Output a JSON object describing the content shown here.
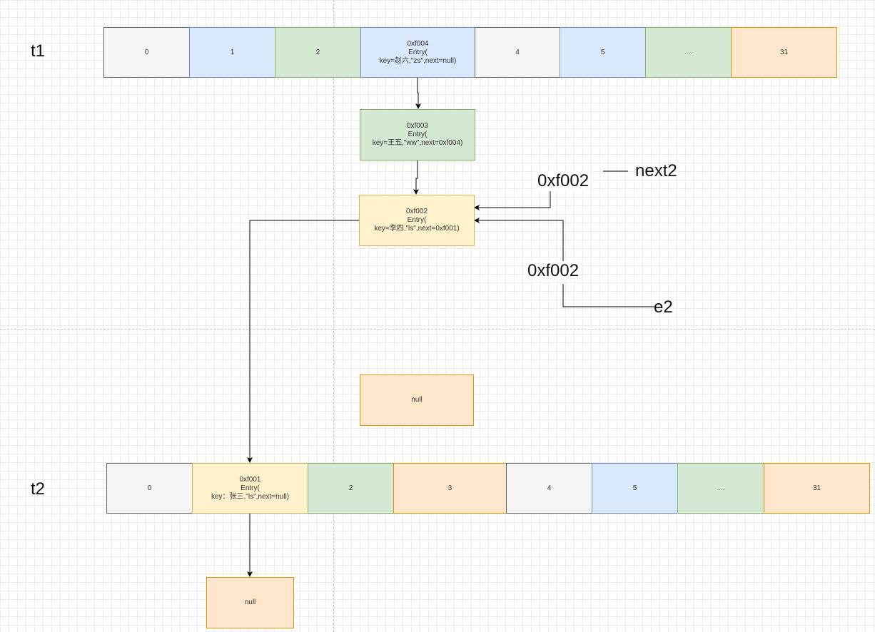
{
  "colors": {
    "gray_fill": "#f5f5f5",
    "blue_fill": "#dae8fc",
    "green_fill": "#d5e8d4",
    "orange_fill": "#ffe6cc",
    "yellow_fill": "#fff2cc"
  },
  "t1": {
    "label": "t1",
    "cells": [
      {
        "text": "0",
        "color": "gray"
      },
      {
        "text": "1",
        "color": "blue"
      },
      {
        "text": "2",
        "color": "green"
      },
      {
        "text": "0xf004\nEntry(\nkey=赵六,\"zs\",next=null)",
        "color": "blue"
      },
      {
        "text": "4",
        "color": "gray"
      },
      {
        "text": "5",
        "color": "blue"
      },
      {
        "text": "....",
        "color": "green"
      },
      {
        "text": "31",
        "color": "orange"
      }
    ]
  },
  "t2": {
    "label": "t2",
    "cells": [
      {
        "text": "0",
        "color": "gray"
      },
      {
        "text": "0xf001\nEntry(\nkey：张三,\"ls\",next=null)",
        "color": "yellow"
      },
      {
        "text": "2",
        "color": "green"
      },
      {
        "text": "3",
        "color": "orange"
      },
      {
        "text": "4",
        "color": "gray"
      },
      {
        "text": "5",
        "color": "blue"
      },
      {
        "text": "....",
        "color": "green"
      },
      {
        "text": "31",
        "color": "orange"
      }
    ]
  },
  "nodes": {
    "entry_f003": "0xf003\nEntry(\nkey=王五,\"ww\",next=0xf004)",
    "entry_f002": "0xf002\nEntry(\nkey=李四,\"ls\",next=0xf001)",
    "null_middle": "null",
    "null_bottom": "null"
  },
  "annotations": {
    "next2_addr": "0xf002",
    "next2_label": "next2",
    "e2_addr": "0xf002",
    "e2_label": "e2"
  }
}
